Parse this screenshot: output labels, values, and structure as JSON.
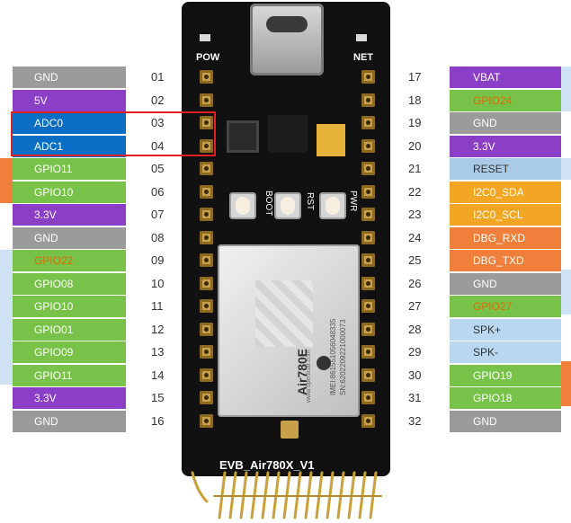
{
  "colors": {
    "gnd": "#9b9b9b",
    "power": "#8b3fc7",
    "adc": "#0a6fc4",
    "gpio": "#79c24a",
    "reset": "#a9cbe8",
    "i2c": "#f2a623",
    "dbg": "#ef7f3a",
    "spk": "#b9d7ef",
    "vbat": "#8b3fc7",
    "highlight": "#e02020"
  },
  "left_pins": [
    {
      "num": "01",
      "label": "GND",
      "group": "gnd"
    },
    {
      "num": "02",
      "label": "5V",
      "group": "power"
    },
    {
      "num": "03",
      "label": "ADC0",
      "group": "adc"
    },
    {
      "num": "04",
      "label": "ADC1",
      "group": "adc"
    },
    {
      "num": "05",
      "label": "GPIO11",
      "group": "gpio"
    },
    {
      "num": "06",
      "label": "GPIO10",
      "group": "gpio"
    },
    {
      "num": "07",
      "label": "3.3V",
      "group": "power"
    },
    {
      "num": "08",
      "label": "GND",
      "group": "gnd"
    },
    {
      "num": "09",
      "label": "GPIO22",
      "group": "gpio",
      "orange_text": true
    },
    {
      "num": "10",
      "label": "GPIO08",
      "group": "gpio"
    },
    {
      "num": "11",
      "label": "GPIO10",
      "group": "gpio"
    },
    {
      "num": "12",
      "label": "GPIO01",
      "group": "gpio"
    },
    {
      "num": "13",
      "label": "GPIO09",
      "group": "gpio"
    },
    {
      "num": "14",
      "label": "GPIO11",
      "group": "gpio"
    },
    {
      "num": "15",
      "label": "3.3V",
      "group": "power"
    },
    {
      "num": "16",
      "label": "GND",
      "group": "gnd"
    }
  ],
  "right_pins": [
    {
      "num": "17",
      "label": "VBAT",
      "group": "vbat"
    },
    {
      "num": "18",
      "label": "GPIO24",
      "group": "gpio",
      "orange_text": true
    },
    {
      "num": "19",
      "label": "GND",
      "group": "gnd"
    },
    {
      "num": "20",
      "label": "3.3V",
      "group": "power"
    },
    {
      "num": "21",
      "label": "RESET",
      "group": "reset"
    },
    {
      "num": "22",
      "label": "I2C0_SDA",
      "group": "i2c"
    },
    {
      "num": "23",
      "label": "I2C0_SCL",
      "group": "i2c"
    },
    {
      "num": "24",
      "label": "DBG_RXD",
      "group": "dbg"
    },
    {
      "num": "25",
      "label": "DBG_TXD",
      "group": "dbg"
    },
    {
      "num": "26",
      "label": "GND",
      "group": "gnd"
    },
    {
      "num": "27",
      "label": "GPIO27",
      "group": "gpio",
      "orange_text": true
    },
    {
      "num": "28",
      "label": "SPK+",
      "group": "spk"
    },
    {
      "num": "29",
      "label": "SPK-",
      "group": "spk"
    },
    {
      "num": "30",
      "label": "GPIO19",
      "group": "gpio"
    },
    {
      "num": "31",
      "label": "GPIO18",
      "group": "gpio"
    },
    {
      "num": "32",
      "label": "GND",
      "group": "gnd"
    }
  ],
  "board": {
    "led_pow": "POW",
    "led_net": "NET",
    "btn_boot": "BOOT",
    "btn_rst": "RST",
    "btn_pwr": "PWR",
    "module_name": "Air780E",
    "module_url": "www.openluat.com",
    "module_sn": "SN:6202209221000073",
    "module_imei": "IMEI:861551056048335",
    "footer_text": "EVB_Air780X_V1"
  }
}
